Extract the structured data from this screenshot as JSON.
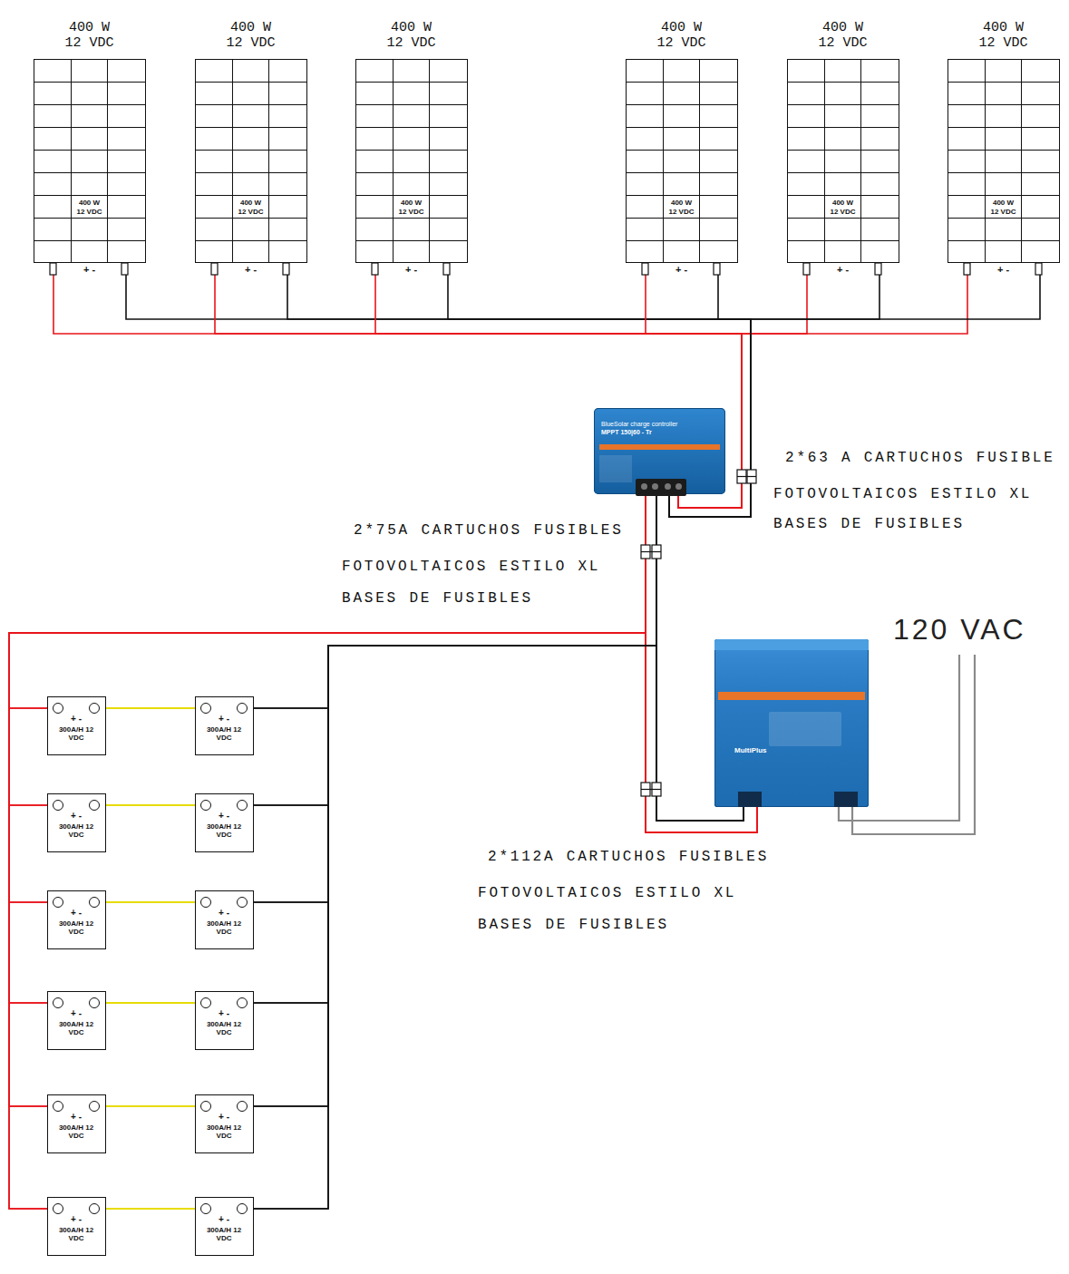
{
  "diagram": {
    "nodes": [
      {
        "text": [
          "400 W 12 VDC",
          "400 W 12 VDC",
          "+ -"
        ]
      },
      {
        "text": [
          "400 W 12 VDC",
          "400 W 12 VDC",
          "+ -"
        ]
      },
      {
        "text": [
          "400 W 12 VDC",
          "400 W 12 VDC",
          "+ -"
        ]
      },
      {
        "text": [
          "400 W 12 VDC",
          "400 W 12 VDC",
          "+ -"
        ]
      },
      {
        "text": [
          "400 W 12 VDC",
          "400 W 12 VDC",
          "+ -"
        ]
      },
      {
        "text": [
          "400 W 12 VDC",
          "400 W 12 VDC",
          "+ -"
        ]
      },
      {
        "text": [
          "BlueSolar charge controller",
          "MPPT 150|60 - Tr"
        ]
      },
      {
        "text": [
          "MultiPlus"
        ]
      },
      {
        "text": [
          "+ -",
          "300A/H 12 VDC"
        ]
      },
      {
        "text": [
          "+ -",
          "300A/H 12 VDC"
        ]
      },
      {
        "text": [
          "+ -",
          "300A/H 12 VDC"
        ]
      },
      {
        "text": [
          "+ -",
          "300A/H 12 VDC"
        ]
      },
      {
        "text": [
          "+ -",
          "300A/H 12 VDC"
        ]
      },
      {
        "text": [
          "+ -",
          "300A/H 12 VDC"
        ]
      },
      {
        "text": [
          "+ -",
          "300A/H 12 VDC"
        ]
      },
      {
        "text": [
          "+ -",
          "300A/H 12 VDC"
        ]
      },
      {
        "text": [
          "+ -",
          "300A/H 12 VDC"
        ]
      },
      {
        "text": [
          "+ -",
          "300A/H 12 VDC"
        ]
      },
      {
        "text": [
          "+ -",
          "300A/H 12 VDC"
        ]
      },
      {
        "text": [
          "+ -",
          "300A/H 12 VDC"
        ]
      }
    ],
    "edges": [
      {
        "from": 0,
        "to": 6,
        "arrow": "none"
      },
      {
        "from": 1,
        "to": 6,
        "arrow": "none"
      },
      {
        "from": 2,
        "to": 6,
        "arrow": "none"
      },
      {
        "from": 3,
        "to": 6,
        "arrow": "none"
      },
      {
        "from": 4,
        "to": 6,
        "arrow": "none"
      },
      {
        "from": 5,
        "to": 6,
        "arrow": "none"
      },
      {
        "from": 6,
        "to": 7,
        "arrow": "none"
      },
      {
        "from": 8,
        "to": 9,
        "arrow": "none"
      },
      {
        "from": 10,
        "to": 11,
        "arrow": "none"
      },
      {
        "from": 12,
        "to": 13,
        "arrow": "none"
      },
      {
        "from": 14,
        "to": 15,
        "arrow": "none"
      },
      {
        "from": 16,
        "to": 17,
        "arrow": "none"
      },
      {
        "from": 18,
        "to": 19,
        "arrow": "none"
      },
      {
        "from": 8,
        "to": 6,
        "arrow": "none"
      },
      {
        "from": 10,
        "to": 6,
        "arrow": "none"
      },
      {
        "from": 12,
        "to": 6,
        "arrow": "none"
      },
      {
        "from": 14,
        "to": 6,
        "arrow": "none"
      },
      {
        "from": 16,
        "to": 6,
        "arrow": "none"
      },
      {
        "from": 18,
        "to": 6,
        "arrow": "none"
      },
      {
        "from": 8,
        "to": 7,
        "arrow": "none"
      },
      {
        "from": 10,
        "to": 7,
        "arrow": "none"
      },
      {
        "from": 12,
        "to": 7,
        "arrow": "none"
      },
      {
        "from": 14,
        "to": 7,
        "arrow": "none"
      },
      {
        "from": 16,
        "to": 7,
        "arrow": "none"
      },
      {
        "from": 18,
        "to": 7,
        "arrow": "none"
      },
      {
        "from": 9,
        "to": 6,
        "arrow": "none"
      },
      {
        "from": 11,
        "to": 6,
        "arrow": "none"
      },
      {
        "from": 13,
        "to": 6,
        "arrow": "none"
      },
      {
        "from": 15,
        "to": 6,
        "arrow": "none"
      },
      {
        "from": 17,
        "to": 6,
        "arrow": "none"
      },
      {
        "from": 19,
        "to": 6,
        "arrow": "none"
      },
      {
        "from": 9,
        "to": 7,
        "arrow": "none"
      },
      {
        "from": 11,
        "to": 7,
        "arrow": "none"
      },
      {
        "from": 13,
        "to": 7,
        "arrow": "none"
      },
      {
        "from": 15,
        "to": 7,
        "arrow": "none"
      },
      {
        "from": 17,
        "to": 7,
        "arrow": "none"
      },
      {
        "from": 19,
        "to": 7,
        "arrow": "none"
      }
    ],
    "labels": [
      "2*63 A CARTUCHOS FUSIBLE",
      "FOTOVOLTAICOS ESTILO XL",
      "BASES DE FUSIBLES",
      "2*75A CARTUCHOS FUSIBLES",
      "FOTOVOLTAICOS ESTILO XL",
      "BASES DE FUSIBLES",
      "120 VAC",
      "2*112A CARTUCHOS FUSIBLES",
      "FOTOVOLTAICOS ESTILO XL",
      "BASES DE FUSIBLES"
    ]
  }
}
